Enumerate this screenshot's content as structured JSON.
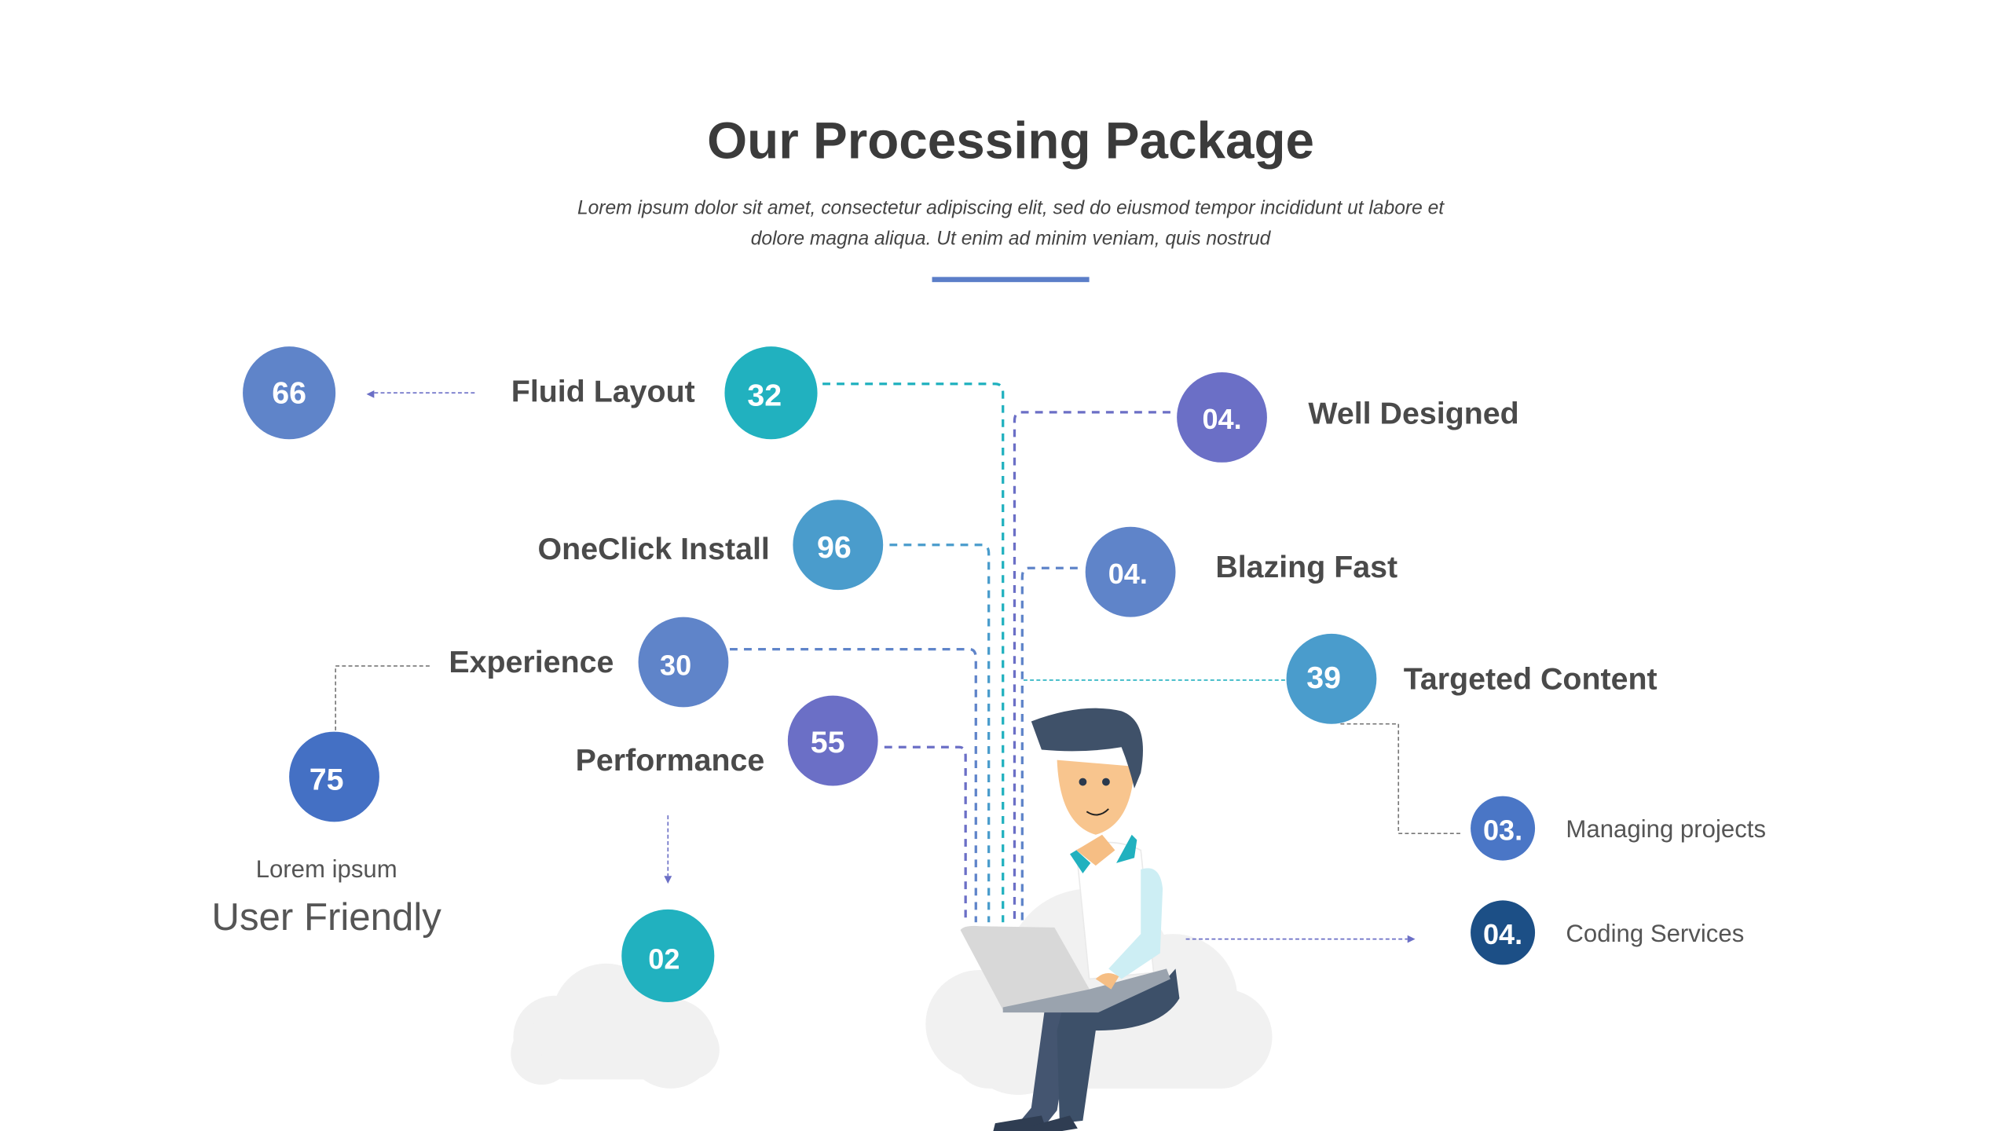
{
  "header": {
    "title": "Our Processing Package",
    "subtitle_line1": "Lorem ipsum dolor sit amet, consectetur adipiscing elit, sed do eiusmod tempor incididunt ut labore et",
    "subtitle_line2": "dolore magna aliqua. Ut enim ad minim veniam, quis nostrud"
  },
  "colors": {
    "accent": "#5b7ec8",
    "teal": "#21b1bf",
    "blue": "#5f84c9",
    "purple": "#6b6fc6",
    "sky": "#4a9ccc",
    "navy": "#1c4f86",
    "cloud": "#f1f1f1"
  },
  "items": {
    "fluid_layout": {
      "label": "Fluid Layout",
      "number": "32"
    },
    "outer_66": {
      "number": "66"
    },
    "well_designed": {
      "label": "Well Designed",
      "number": "04."
    },
    "oneclick_install": {
      "label": "OneClick Install",
      "number": "96"
    },
    "blazing_fast": {
      "label": "Blazing Fast",
      "number": "04."
    },
    "experience": {
      "label": "Experience",
      "number": "30"
    },
    "targeted_content": {
      "label": "Targeted Content",
      "number": "39"
    },
    "performance": {
      "label": "Performance",
      "number": "55"
    },
    "user_friendly": {
      "number": "75",
      "caption": "Lorem ipsum",
      "label": "User Friendly"
    },
    "cloud_02": {
      "number": "02"
    },
    "managing_projects": {
      "label": "Managing projects",
      "number": "03."
    },
    "coding_services": {
      "label": "Coding Services",
      "number": "04."
    }
  }
}
